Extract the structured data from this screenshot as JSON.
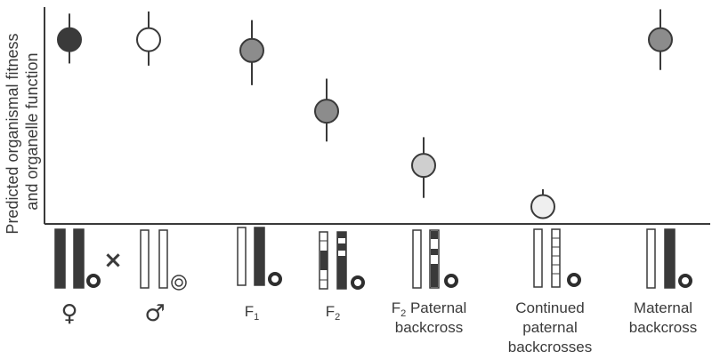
{
  "chart_data": {
    "type": "scatter",
    "ylabel": [
      "Predicted organismal fitness",
      "and organelle function"
    ],
    "ylim": [
      0,
      1
    ],
    "x": [
      {
        "id": "female",
        "label": "♀"
      },
      {
        "id": "male",
        "label": "♂"
      },
      {
        "id": "f1",
        "label": "F",
        "sub": "1"
      },
      {
        "id": "f2",
        "label": "F",
        "sub": "2"
      },
      {
        "id": "f2-paternal",
        "label": "F",
        "sub": "2",
        "label_rest": " Paternal",
        "label_line2": "backcross"
      },
      {
        "id": "continued-paternal",
        "label": "Continued",
        "label_line2": "paternal",
        "label_line3": "backcrosses"
      },
      {
        "id": "maternal",
        "label": "Maternal",
        "label_line2": "backcross"
      }
    ],
    "points": [
      {
        "group": "female",
        "y": 0.85,
        "err_low": 0.74,
        "err_high": 0.97,
        "fill": "#3a3a3a"
      },
      {
        "group": "male",
        "y": 0.85,
        "err_low": 0.73,
        "err_high": 0.98,
        "fill": "#ffffff"
      },
      {
        "group": "f1",
        "y": 0.8,
        "err_low": 0.64,
        "err_high": 0.94,
        "fill": "#8c8c8c"
      },
      {
        "group": "f2",
        "y": 0.52,
        "err_low": 0.38,
        "err_high": 0.67,
        "fill": "#8c8c8c"
      },
      {
        "group": "f2-paternal",
        "y": 0.27,
        "err_low": 0.12,
        "err_high": 0.4,
        "fill": "#cfcfcf"
      },
      {
        "group": "continued-paternal",
        "y": 0.08,
        "err_low": 0.05,
        "err_high": 0.16,
        "fill": "#efefef"
      },
      {
        "group": "maternal",
        "y": 0.85,
        "err_low": 0.71,
        "err_high": 0.99,
        "fill": "#8c8c8c"
      }
    ],
    "grid": false,
    "cross_symbol": "×"
  }
}
